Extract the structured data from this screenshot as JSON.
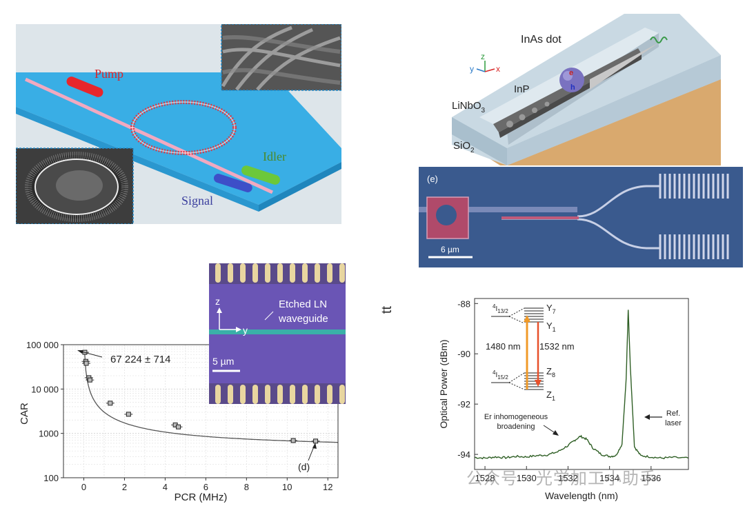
{
  "panel_a": {
    "pump": "Pump",
    "idler": "Idler",
    "signal": "Signal",
    "colors": {
      "substrate": "#38aee6",
      "pump": "#e8262b",
      "idler": "#6cc83a",
      "signal": "#3d4fc8",
      "idler_text": "#4a8a2a",
      "signal_text": "#3b3f9e"
    }
  },
  "panel_b": {
    "inas_dot": "InAs dot",
    "inp": "InP",
    "linbo3": "LiNbO",
    "linbo3_sub": "3",
    "sio2": "SiO",
    "sio2_sub": "2",
    "axis_y": "y",
    "axis_z": "z",
    "axis_x": "x",
    "electron": "e",
    "hole": "h"
  },
  "panel_e": {
    "label": "(e)",
    "scale": "6 µm"
  },
  "panel_car": {
    "inset_title_1": "Etched LN",
    "inset_title_2": "waveguide",
    "inset_z": "z",
    "inset_y": "y",
    "inset_scale": "5 µm",
    "annotation": "67 224 ± 714",
    "label_d": "(d)"
  },
  "stray_glyph": "tt",
  "panel_spec": {
    "level_upper": "I",
    "level_upper_pre": "4",
    "level_upper_sub": "13/2",
    "level_lower": "I",
    "level_lower_pre": "4",
    "level_lower_sub": "15/2",
    "y7": "Y",
    "y7_sub": "7",
    "y1": "Y",
    "y1_sub": "1",
    "z8": "Z",
    "z8_sub": "8",
    "z1": "Z",
    "z1_sub": "1",
    "pump_wl": "1480 nm",
    "emit_wl": "1532 nm",
    "broad_1": "Er inhomogeneous",
    "broad_2": "broadening",
    "ref_1": "Ref.",
    "ref_2": "laser"
  },
  "watermark": "公众号 · 光学加工小助手",
  "chart_data": [
    {
      "type": "scatter",
      "title": "",
      "xlabel": "PCR (MHz)",
      "ylabel": "CAR",
      "xlim": [
        -1,
        12.5
      ],
      "ylim": [
        100,
        100000
      ],
      "log_y": true,
      "grid": true,
      "x_ticks": [
        "0",
        "2",
        "4",
        "6",
        "8",
        "10",
        "12"
      ],
      "y_ticks": [
        "100",
        "1000",
        "10 000",
        "100 000"
      ],
      "series": [
        {
          "values": [
            {
              "x": 0.05,
              "y": 67224
            },
            {
              "x": 0.1,
              "y": 42000
            },
            {
              "x": 0.12,
              "y": 38000
            },
            {
              "x": 0.25,
              "y": 18000
            },
            {
              "x": 0.3,
              "y": 16000
            },
            {
              "x": 1.3,
              "y": 4800
            },
            {
              "x": 2.2,
              "y": 2700
            },
            {
              "x": 4.5,
              "y": 1550
            },
            {
              "x": 4.65,
              "y": 1400
            },
            {
              "x": 10.3,
              "y": 690
            },
            {
              "x": 11.4,
              "y": 670
            }
          ]
        }
      ],
      "fit_curve": true,
      "fit_color": "#555555"
    },
    {
      "type": "line",
      "title": "",
      "xlabel": "Wavelength (nm)",
      "ylabel": "Optical Power (dBm)",
      "xlim": [
        1527.5,
        1537.8
      ],
      "ylim": [
        -94.6,
        -87.8
      ],
      "grid": false,
      "x_ticks": [
        "1528",
        "1530",
        "1532",
        "1534",
        "1536"
      ],
      "y_ticks": [
        "-88",
        "-90",
        "-92",
        "-94"
      ],
      "series": [
        {
          "color": "#2f5f25",
          "values": [
            {
              "x": 1527.5,
              "y": -94.12
            },
            {
              "x": 1528.0,
              "y": -94.15
            },
            {
              "x": 1528.5,
              "y": -94.1
            },
            {
              "x": 1529.0,
              "y": -94.13
            },
            {
              "x": 1529.5,
              "y": -94.08
            },
            {
              "x": 1530.0,
              "y": -94.1
            },
            {
              "x": 1530.5,
              "y": -94.05
            },
            {
              "x": 1531.0,
              "y": -94.02
            },
            {
              "x": 1531.5,
              "y": -93.9
            },
            {
              "x": 1532.0,
              "y": -93.65
            },
            {
              "x": 1532.3,
              "y": -93.45
            },
            {
              "x": 1532.6,
              "y": -93.28
            },
            {
              "x": 1532.9,
              "y": -93.4
            },
            {
              "x": 1533.2,
              "y": -93.75
            },
            {
              "x": 1533.6,
              "y": -94.0
            },
            {
              "x": 1534.0,
              "y": -94.08
            },
            {
              "x": 1534.3,
              "y": -94.05
            },
            {
              "x": 1534.6,
              "y": -93.6
            },
            {
              "x": 1534.8,
              "y": -91.0
            },
            {
              "x": 1534.9,
              "y": -88.25
            },
            {
              "x": 1535.0,
              "y": -90.5
            },
            {
              "x": 1535.2,
              "y": -93.7
            },
            {
              "x": 1535.5,
              "y": -94.05
            },
            {
              "x": 1536.0,
              "y": -94.1
            },
            {
              "x": 1536.5,
              "y": -94.15
            },
            {
              "x": 1537.0,
              "y": -94.12
            },
            {
              "x": 1537.8,
              "y": -94.15
            }
          ]
        }
      ]
    }
  ]
}
